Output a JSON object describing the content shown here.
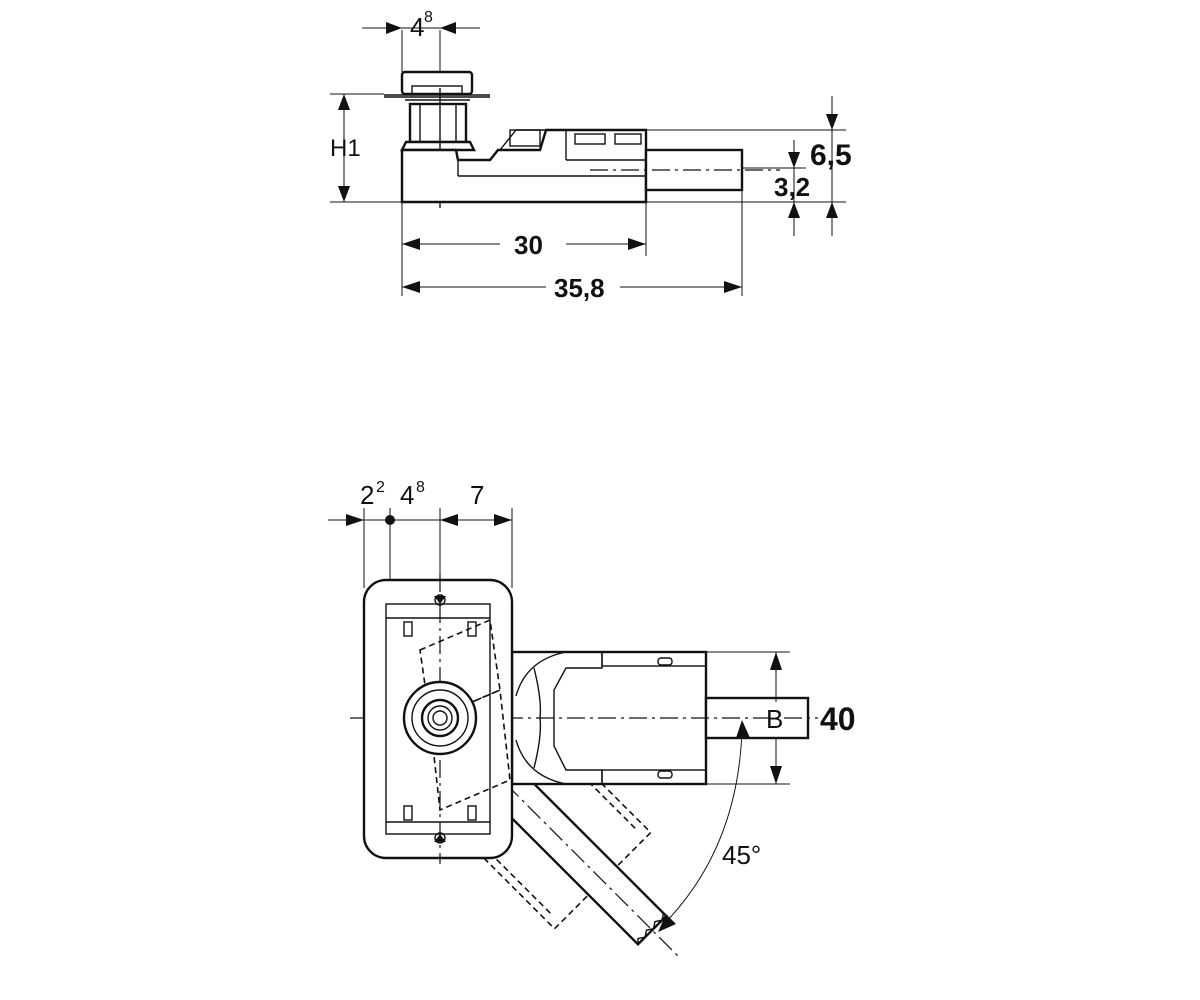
{
  "top_view": {
    "dim_top_width": "4",
    "dim_top_width_sup": "8",
    "dim_height_label": "H1",
    "dim_small_1": "6,5",
    "dim_small_2": "3,2",
    "dim_len_1": "30",
    "dim_len_2": "35,8"
  },
  "bottom_view": {
    "dim_a": "2",
    "dim_a_sup": "2",
    "dim_b": "4",
    "dim_b_sup": "8",
    "dim_c": "7",
    "dim_b_label": "B",
    "dim_b_value": "40",
    "angle_label": "45°"
  }
}
